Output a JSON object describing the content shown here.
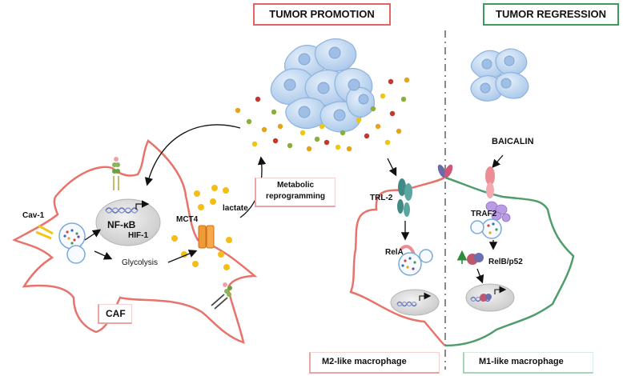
{
  "headers": {
    "promotion": "TUMOR PROMOTION",
    "regression": "TUMOR REGRESSION"
  },
  "caf": {
    "label": "CAF",
    "cav1": "Cav-1",
    "nfkb": "NF-κB",
    "hif1": "HIF-1",
    "glycolysis": "Glycolysis",
    "mct4": "MCT4",
    "lactate": "lactate"
  },
  "metabolic": "Metabolic\nreprogramming",
  "m2": {
    "label": "M2-like macrophage",
    "trl2": "TRL-2",
    "rela": "RelA"
  },
  "m1": {
    "label": "M1-like macrophage",
    "baicalin": "BAICALIN",
    "traf2": "TRAF2",
    "relb": "RelB/p52"
  },
  "colors": {
    "caf_membrane": "#e8736b",
    "m2_membrane": "#e8736b",
    "m1_membrane": "#4f9d6c",
    "tumor_cell": "#c7dcf3",
    "nucleus": "#e6e6e6",
    "mct4": "#f09a35",
    "lactate_dot": "#f3bf16",
    "tlr2": "#3f8a86",
    "receptor_pink": "#ec8c95",
    "traf2": "#b89be0"
  }
}
